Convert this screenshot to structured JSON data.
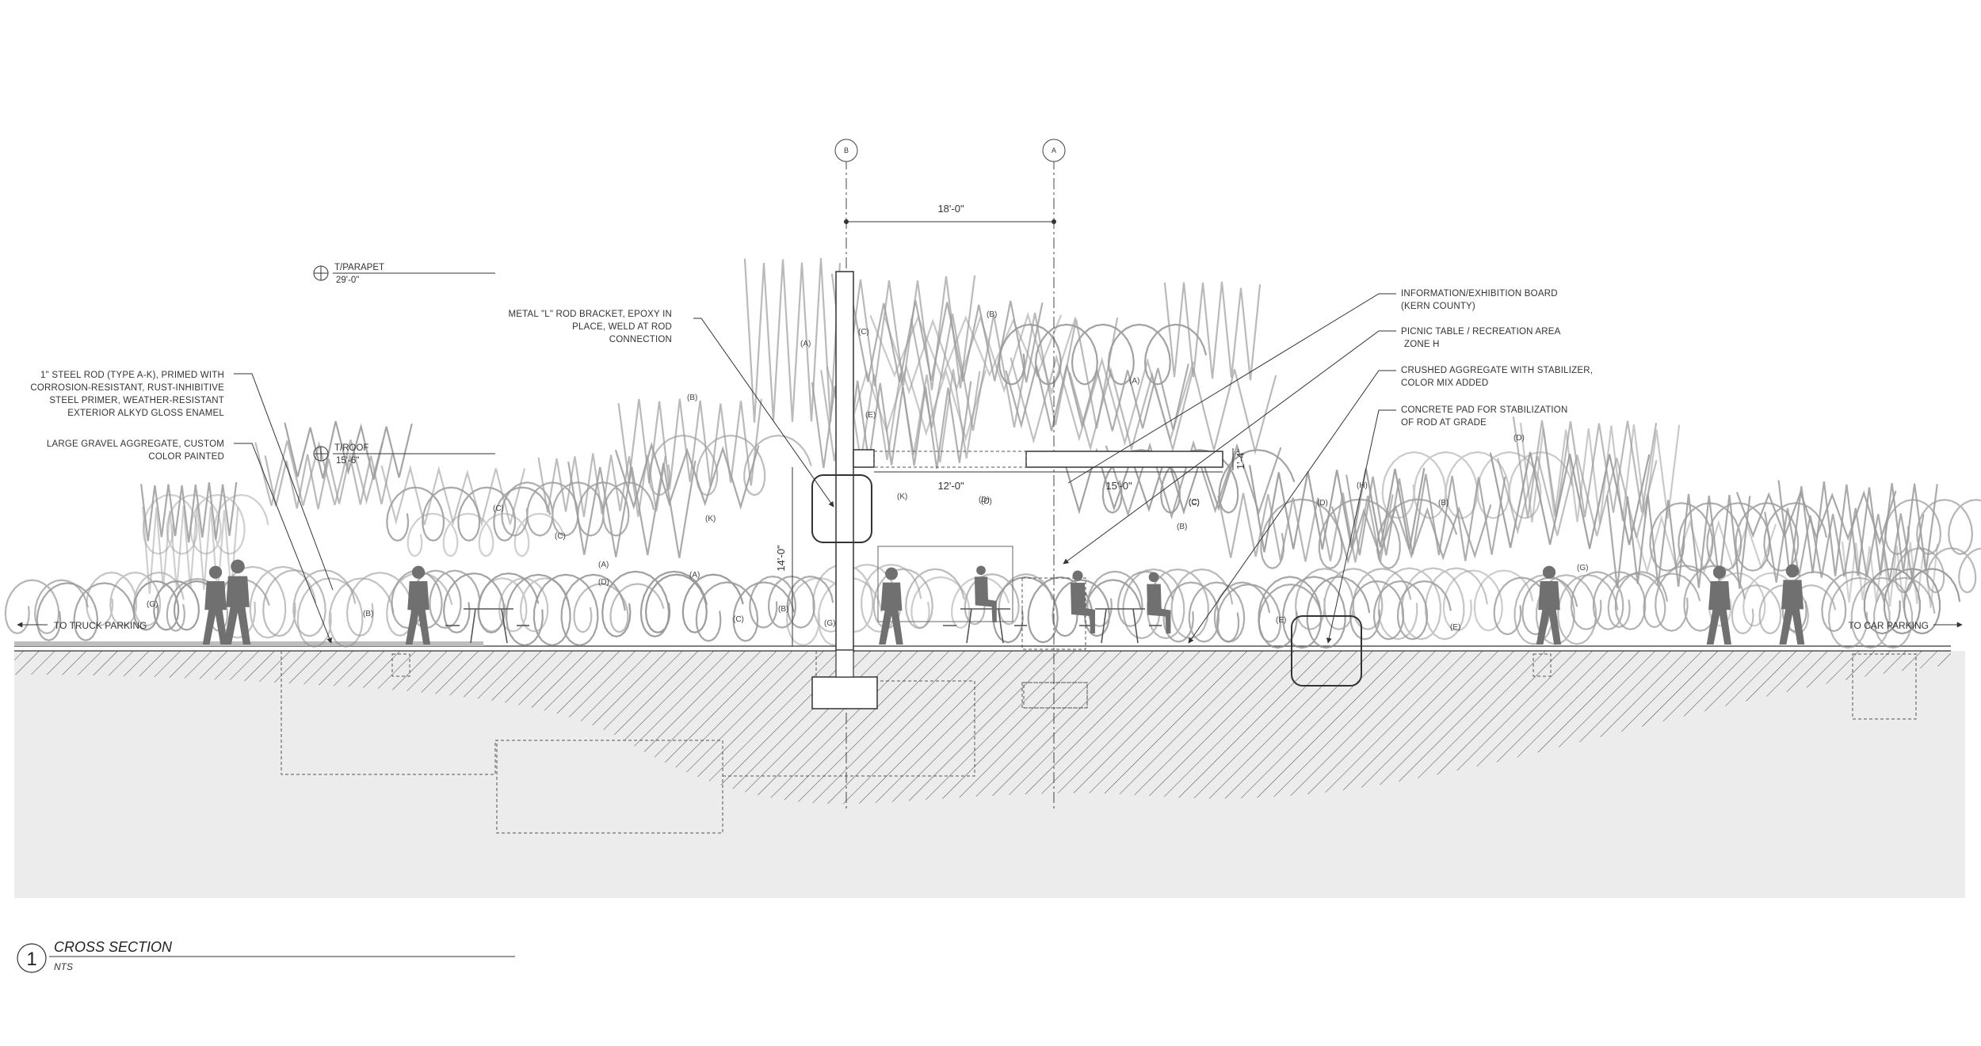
{
  "grid_lines": [
    {
      "id": "B",
      "label": "B"
    },
    {
      "id": "A",
      "label": "A"
    }
  ],
  "dimensions": {
    "grid_span": "18'-0\"",
    "roof_left": "12'-0\"",
    "roof_right": "15'-0\"",
    "column_height": "14'-0\"",
    "roof_depth": "1'-4\""
  },
  "elevations": [
    {
      "id": "parapet",
      "name": "T/PARAPET",
      "value": "29'-0\""
    },
    {
      "id": "roof",
      "name": "T/ROOF",
      "value": "15'-6\""
    }
  ],
  "notes_left": [
    {
      "id": "bracket",
      "lines": [
        "METAL \"L\" ROD BRACKET, EPOXY IN",
        "PLACE, WELD AT ROD",
        "CONNECTION"
      ]
    },
    {
      "id": "steel-rod",
      "lines": [
        "1\" STEEL ROD (TYPE A-K), PRIMED WITH",
        "CORROSION-RESISTANT, RUST-INHIBITIVE",
        "STEEL PRIMER, WEATHER-RESISTANT",
        "EXTERIOR ALKYD GLOSS ENAMEL"
      ]
    },
    {
      "id": "gravel",
      "lines": [
        "LARGE GRAVEL AGGREGATE, CUSTOM",
        "COLOR PAINTED"
      ]
    }
  ],
  "notes_right": [
    {
      "id": "info-board",
      "lines": [
        "INFORMATION/EXHIBITION BOARD",
        "(KERN COUNTY)"
      ]
    },
    {
      "id": "picnic",
      "lines": [
        "PICNIC TABLE / RECREATION AREA",
        "ZONE H"
      ]
    },
    {
      "id": "aggregate",
      "lines": [
        "CRUSHED AGGREGATE WITH STABILIZER,",
        "COLOR MIX ADDED"
      ]
    },
    {
      "id": "concrete-pad",
      "lines": [
        "CONCRETE PAD FOR STABILIZATION",
        "OF ROD AT GRADE"
      ]
    }
  ],
  "rod_tags": {
    "t01": "(A)",
    "t02": "(B)",
    "t03": "(C)",
    "t04": "(E)",
    "t05": "(B)",
    "t06": "(A)",
    "t07": "(D)",
    "t08": "(C)",
    "t09": "(C)",
    "t10": "(K)",
    "t11": "(C)",
    "t12": "(A)",
    "t13": "(D)",
    "t14": "(A)",
    "t15": "(B)",
    "t16": "(C)",
    "t17": "(B)",
    "t18": "(G)",
    "t19": "(G)",
    "t20": "(K)",
    "t21": "(D)",
    "t22": "(C)",
    "t23": "(B)",
    "t24": "(D)",
    "t25": "(H)",
    "t26": "(B)",
    "t27": "(G)",
    "t28": "(E)",
    "t29": "(E)",
    "t30": "(D)"
  },
  "directions": {
    "left": "TO TRUCK PARKING",
    "right": "TO CAR PARKING"
  },
  "title_block": {
    "number": "1",
    "title": "CROSS SECTION",
    "scale": "NTS"
  },
  "colors": {
    "ink": "#333333",
    "scribble": "#8a8a8a",
    "ground": "#ededed",
    "figure": "#707070"
  }
}
